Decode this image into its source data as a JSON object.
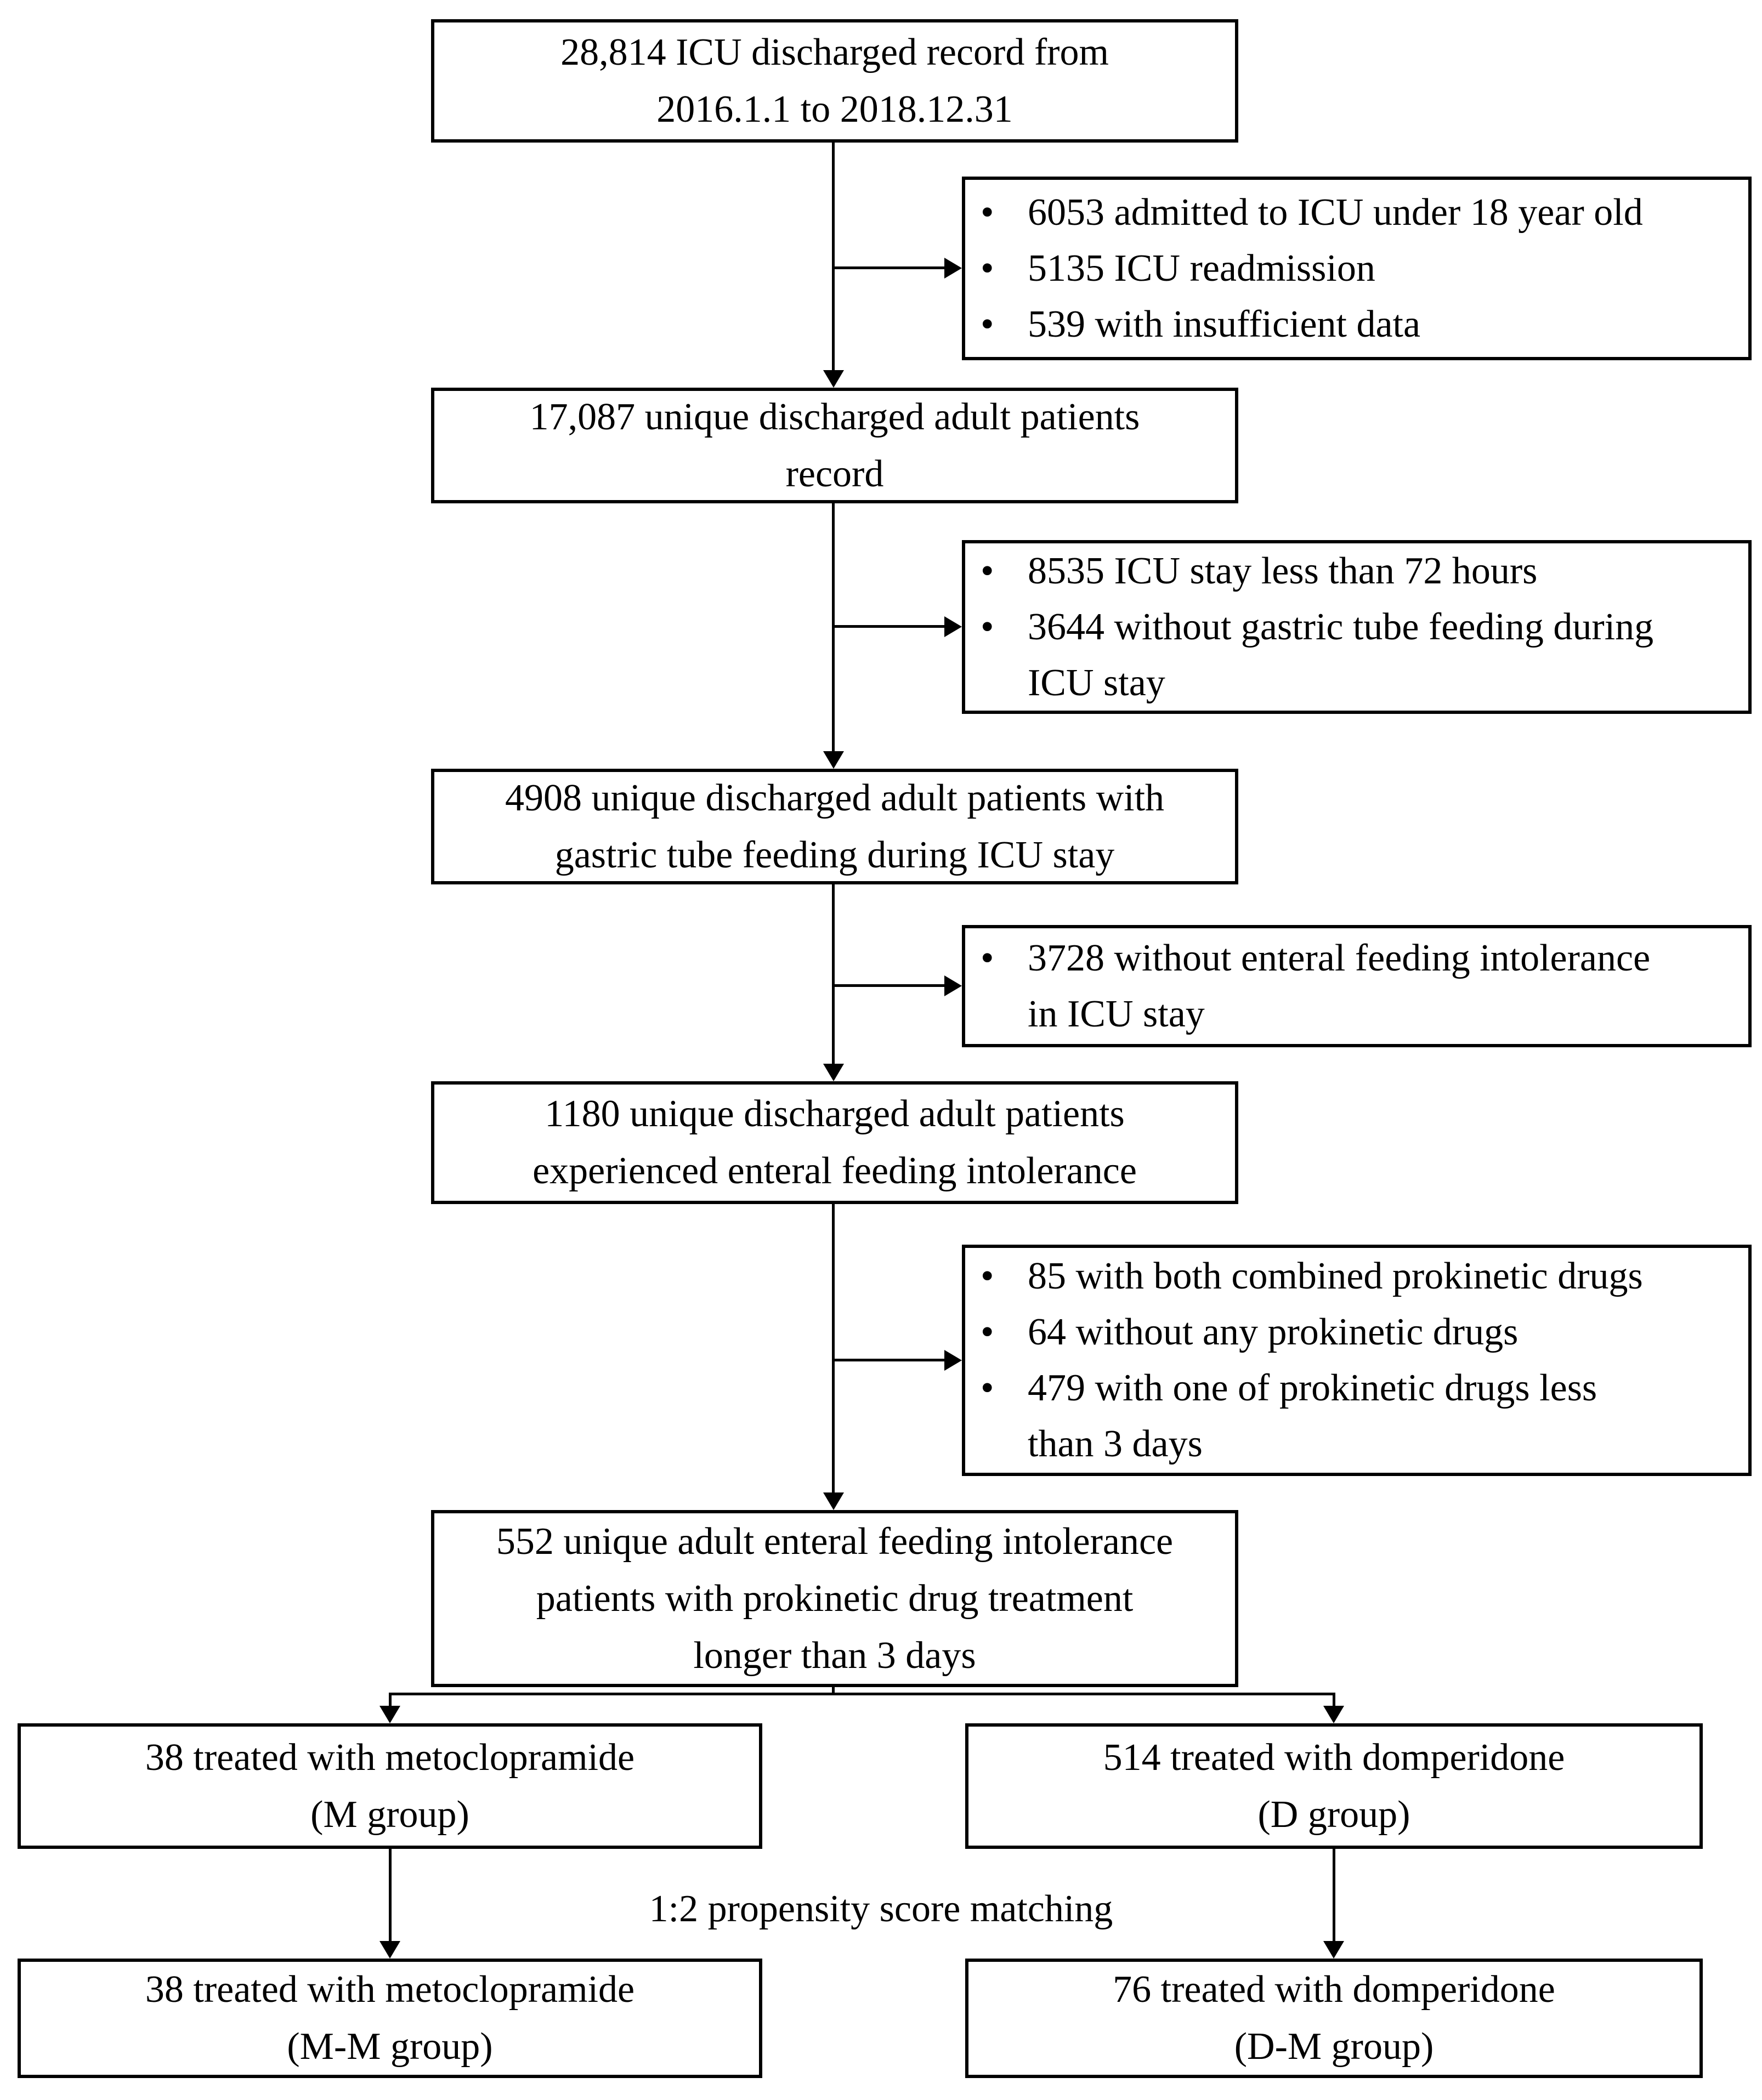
{
  "diagram": {
    "bullet_char": "•",
    "colors": {
      "line": "#000000",
      "border": "#000000",
      "text": "#000000",
      "background": "#ffffff"
    },
    "boxes": {
      "b1": {
        "lines": [
          "28,814 ICU discharged record from",
          "2016.1.1 to 2018.12.31"
        ]
      },
      "b2": {
        "lines": [
          "17,087 unique discharged adult patients",
          "record"
        ]
      },
      "b3": {
        "lines": [
          "4908 unique discharged adult patients with",
          "gastric tube feeding during ICU stay"
        ]
      },
      "b4": {
        "lines": [
          "1180 unique discharged adult patients",
          "experienced enteral feeding intolerance"
        ]
      },
      "b5": {
        "lines": [
          "552 unique adult enteral feeding intolerance",
          "patients with prokinetic drug treatment",
          "longer than 3 days"
        ]
      },
      "m": {
        "lines": [
          "38 treated with metoclopramide",
          "(M group)"
        ]
      },
      "d": {
        "lines": [
          "514 treated with domperidone",
          "(D group)"
        ]
      },
      "mm": {
        "lines": [
          "38 treated with metoclopramide",
          "(M-M group)"
        ]
      },
      "dm": {
        "lines": [
          "76 treated with domperidone",
          "(D-M group)"
        ]
      }
    },
    "exclusions": {
      "e1": {
        "items": [
          {
            "lines": [
              "6053 admitted to ICU under 18 year old"
            ]
          },
          {
            "lines": [
              "5135 ICU readmission"
            ]
          },
          {
            "lines": [
              "539 with insufficient data"
            ]
          }
        ]
      },
      "e2": {
        "items": [
          {
            "lines": [
              "8535 ICU stay less than 72 hours"
            ]
          },
          {
            "lines": [
              "3644 without gastric tube feeding during",
              "ICU stay"
            ]
          }
        ]
      },
      "e3": {
        "items": [
          {
            "lines": [
              "3728 without enteral feeding intolerance",
              "in ICU stay"
            ]
          }
        ]
      },
      "e4": {
        "items": [
          {
            "lines": [
              "85 with both combined prokinetic drugs"
            ]
          },
          {
            "lines": [
              "64 without any prokinetic drugs"
            ]
          },
          {
            "lines": [
              "479 with one of prokinetic drugs less",
              "than 3 days"
            ]
          }
        ]
      }
    },
    "labels": {
      "matching": "1:2 propensity score matching"
    }
  }
}
